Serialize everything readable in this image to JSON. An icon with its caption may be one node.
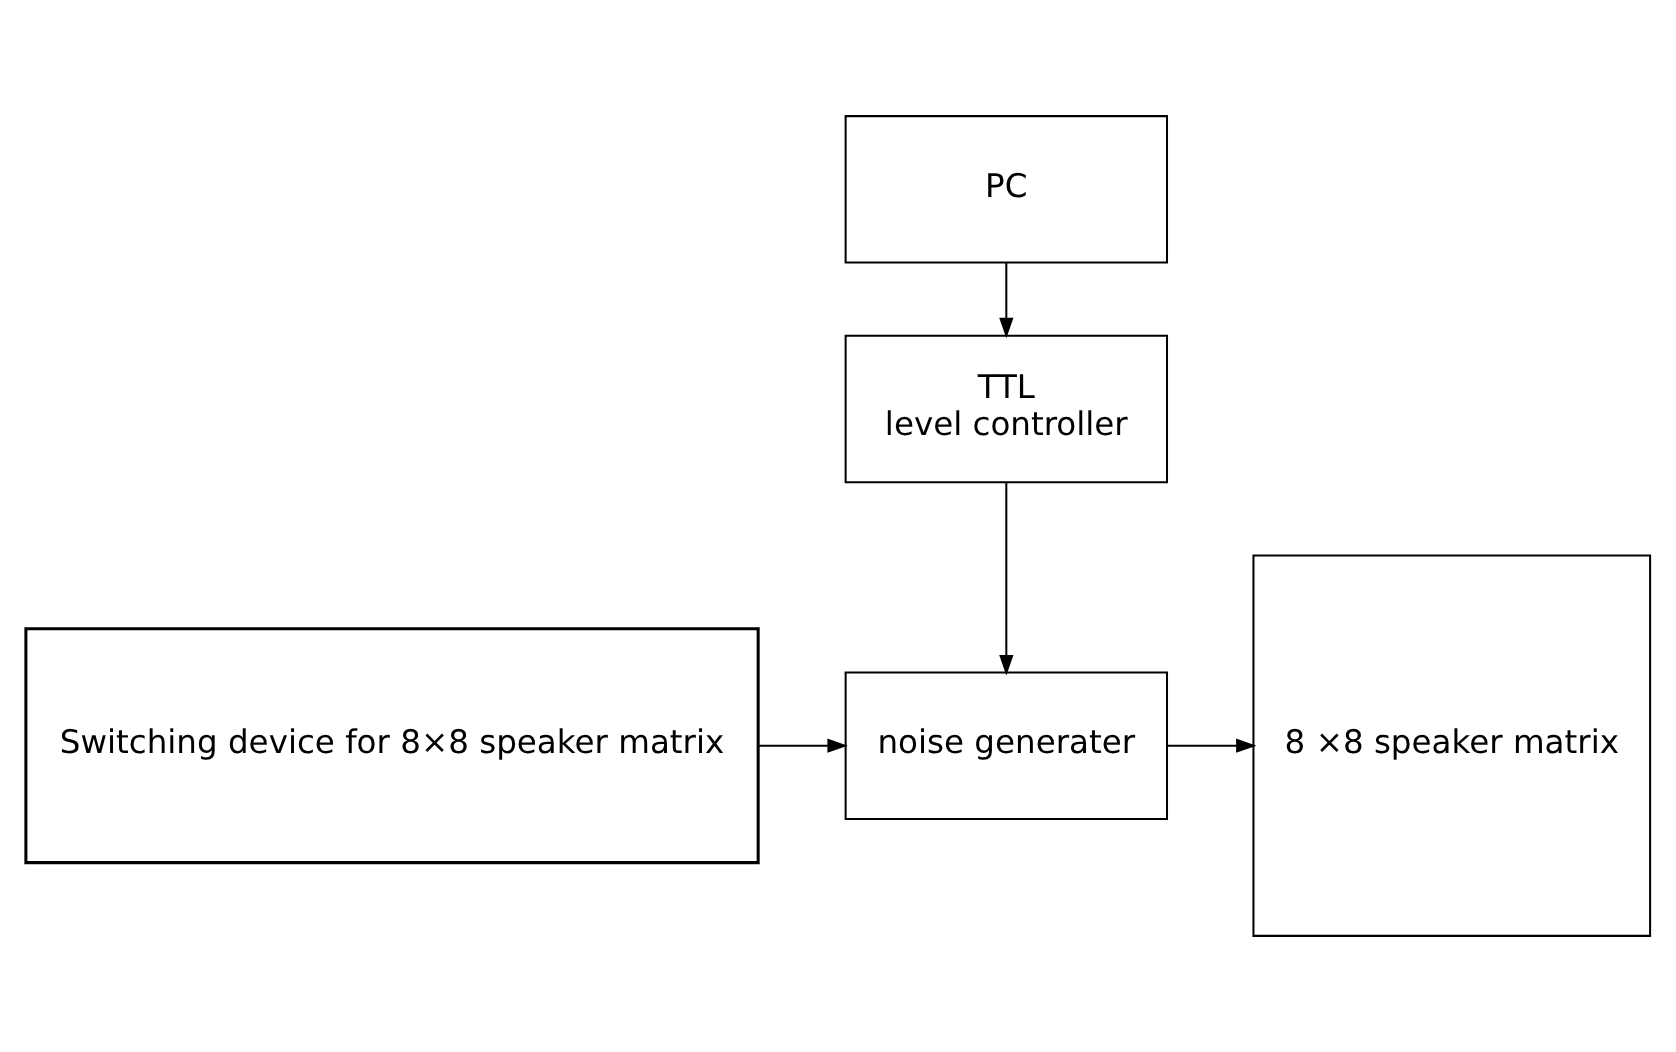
{
  "diagram": {
    "nodes": [
      {
        "text": [
          "PC"
        ]
      },
      {
        "text": [
          "TTL",
          "level controller"
        ]
      },
      {
        "text": [
          "Switching device for 8×8 speaker matrix"
        ]
      },
      {
        "text": [
          "noise generater"
        ]
      },
      {
        "text": [
          "8 ×8 speaker matrix"
        ]
      }
    ],
    "edges": [
      {
        "from": 0,
        "to": 1,
        "arrow": "to"
      },
      {
        "from": 1,
        "to": 3,
        "arrow": "to"
      },
      {
        "from": 2,
        "to": 3,
        "arrow": "to"
      },
      {
        "from": 3,
        "to": 4,
        "arrow": "to"
      }
    ]
  }
}
